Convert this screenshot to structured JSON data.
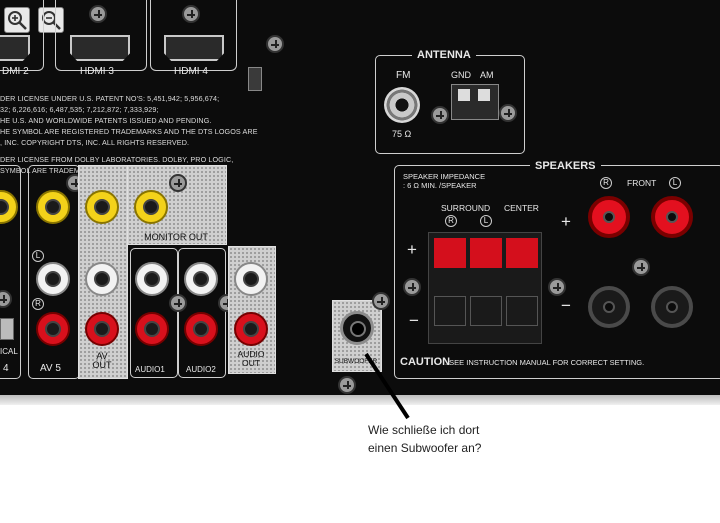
{
  "toolbar": {
    "zoom_in_icon": "zoom-in-icon",
    "zoom_out_icon": "zoom-out-icon"
  },
  "hdmi": [
    "DMI 2",
    "HDMI 3",
    "HDMI 4"
  ],
  "legal_lines": [
    "DER LICENSE UNDER U.S. PATENT NO'S: 5,451,942; 5,956,674;",
    "32; 6,226,616; 6,487,535; 7,212,872; 7,333,929;",
    "HE U.S. AND WORLDWIDE PATENTS ISSUED AND PENDING.",
    "HE SYMBOL ARE REGISTERED TRADEMARKS AND THE DTS LOGOS ARE",
    ", INC. COPYRIGHT DTS, INC. ALL RIGHTS RESERVED.",
    "DER LICENSE FROM DOLBY LABORATORIES. DOLBY, PRO LOGIC,",
    "SYMBOL ARE TRADEMARKS OF DOLBY LABORATORIES."
  ],
  "antenna": {
    "title": "ANTENNA",
    "fm": "FM",
    "ohm": "75 Ω",
    "gnd": "GND",
    "am": "AM"
  },
  "speakers": {
    "title": "SPEAKERS",
    "impedance_1": "SPEAKER IMPEDANCE",
    "impedance_2": ": 6 Ω MIN. /SPEAKER",
    "surround": "SURROUND",
    "center": "CENTER",
    "front": "FRONT",
    "l": "L",
    "r": "R",
    "plus": "+",
    "minus": "−",
    "caution": "CAUTION",
    "caution_text": ": SEE INSTRUCTION MANUAL FOR CORRECT SETTING."
  },
  "labels": {
    "monitor_out": "MONITOR OUT",
    "av_out": "AV\nOUT",
    "audio_out": "AUDIO\nOUT",
    "audio1": "AUDIO1",
    "audio2": "AUDIO2",
    "av5": "AV 5",
    "av4": "4",
    "optical": "ICAL",
    "subwoofer": "SUBWOOFER",
    "l": "L",
    "r": "R"
  },
  "caption": {
    "line1": "Wie schließe ich dort",
    "line2": "einen Subwoofer an?"
  }
}
